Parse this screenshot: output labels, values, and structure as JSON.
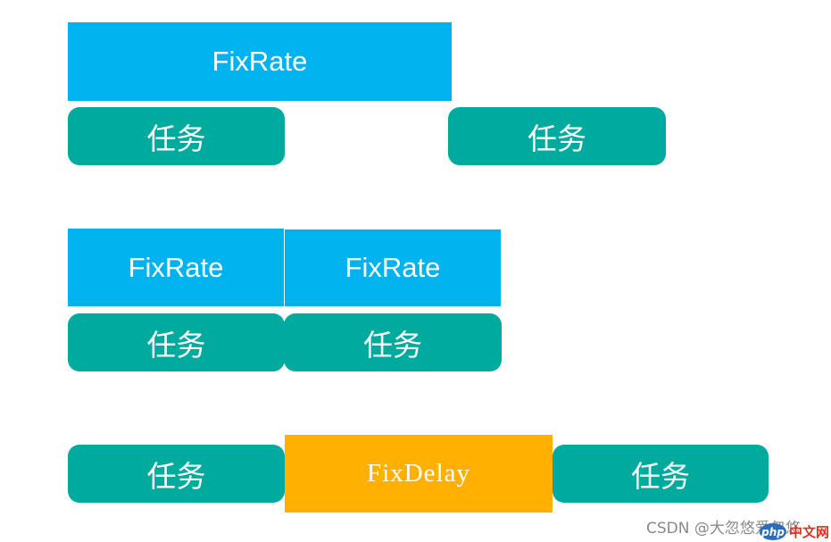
{
  "colors": {
    "fixrate": "#00b2ee",
    "task": "#00ab9e",
    "fixdelay": "#ffb000",
    "text": "#ffffff"
  },
  "row1": {
    "fixrate_label": "FixRate",
    "task1_label": "任务",
    "task2_label": "任务"
  },
  "row2": {
    "fixrate1_label": "FixRate",
    "fixrate2_label": "FixRate",
    "task1_label": "任务",
    "task2_label": "任务"
  },
  "row3": {
    "task1_label": "任务",
    "fixdelay_label": "FixDelay",
    "task2_label": "任务"
  },
  "watermark": {
    "text": "CSDN @大忽悠爱忽悠",
    "badge_logo": "php",
    "badge_text": "中文网"
  }
}
